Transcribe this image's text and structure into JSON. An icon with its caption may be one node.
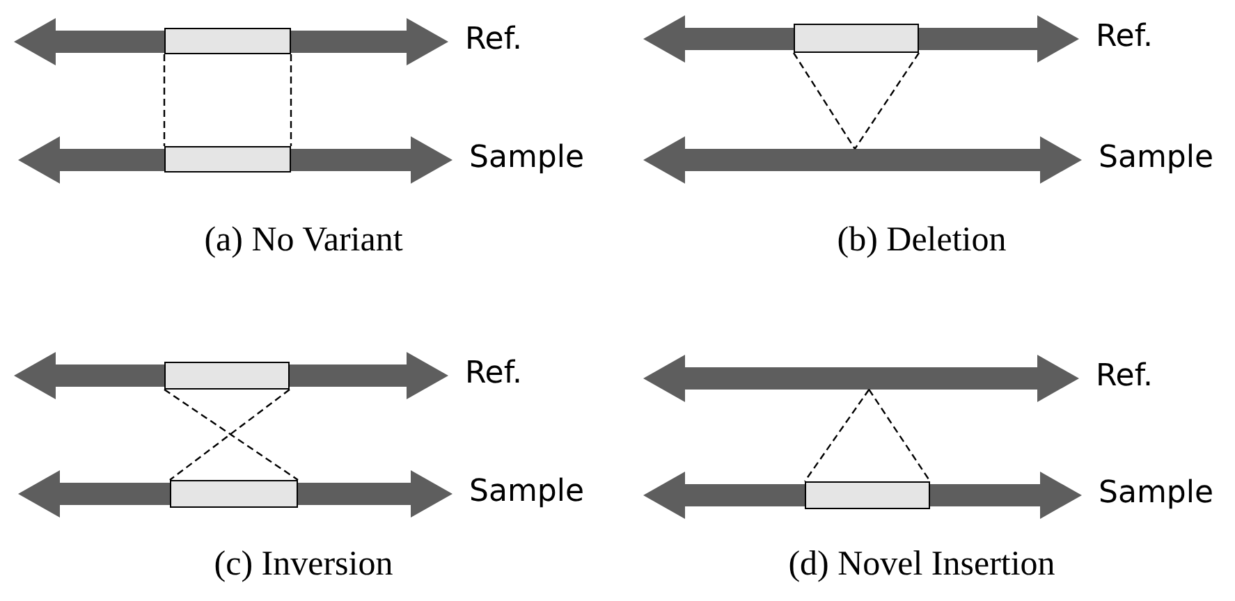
{
  "diagram": {
    "nodes": [
      {
        "text": [],
        "shape": "arrow",
        "beside": [
          "Ref."
        ]
      },
      {
        "text": [],
        "shape": "box",
        "in": 0
      },
      {
        "text": [],
        "shape": "arrow",
        "beside": [
          "Sample"
        ]
      },
      {
        "text": [],
        "shape": "box",
        "in": 2
      },
      {
        "text": [],
        "shape": "arrow",
        "beside": [
          "Ref."
        ]
      },
      {
        "text": [],
        "shape": "box",
        "in": 4
      },
      {
        "text": [],
        "shape": "arrow",
        "beside": [
          "Sample"
        ]
      },
      {
        "text": [],
        "shape": "arrow",
        "beside": [
          "Ref."
        ]
      },
      {
        "text": [],
        "shape": "box",
        "in": 7
      },
      {
        "text": [],
        "shape": "arrow",
        "beside": [
          "Sample"
        ]
      },
      {
        "text": [],
        "shape": "box",
        "in": 9
      },
      {
        "text": [],
        "shape": "arrow",
        "beside": [
          "Ref."
        ]
      },
      {
        "text": [],
        "shape": "arrow",
        "beside": [
          "Sample"
        ]
      },
      {
        "text": [],
        "shape": "box",
        "in": 12
      }
    ],
    "edges": [
      {
        "from": 1,
        "to": 3,
        "arrow": "none",
        "style": "dashed"
      },
      {
        "from": 1,
        "to": 3,
        "arrow": "none",
        "style": "dashed"
      },
      {
        "from": 5,
        "to": 6,
        "arrow": "none",
        "style": "dashed"
      },
      {
        "from": 5,
        "to": 6,
        "arrow": "none",
        "style": "dashed"
      },
      {
        "from": 8,
        "to": 10,
        "arrow": "none",
        "style": "dashed"
      },
      {
        "from": 8,
        "to": 10,
        "arrow": "none",
        "style": "dashed"
      },
      {
        "from": 11,
        "to": 13,
        "arrow": "none",
        "style": "dashed"
      },
      {
        "from": 11,
        "to": 13,
        "arrow": "none",
        "style": "dashed"
      }
    ],
    "labels": [
      "(a) No Variant",
      "(b) Deletion",
      "(c) Inversion",
      "(d) Novel Insertion"
    ]
  }
}
